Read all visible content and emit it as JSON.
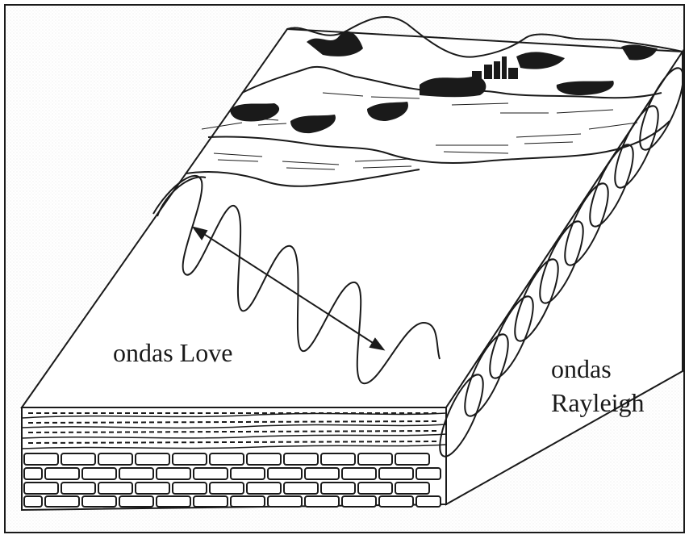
{
  "labels": {
    "love_waves": "ondas Love",
    "rayleigh_line1": "ondas",
    "rayleigh_line2": "Rayleigh"
  },
  "colors": {
    "ink": "#1a1a1a",
    "paper": "#ffffff",
    "texture": "#e9e9e9"
  }
}
